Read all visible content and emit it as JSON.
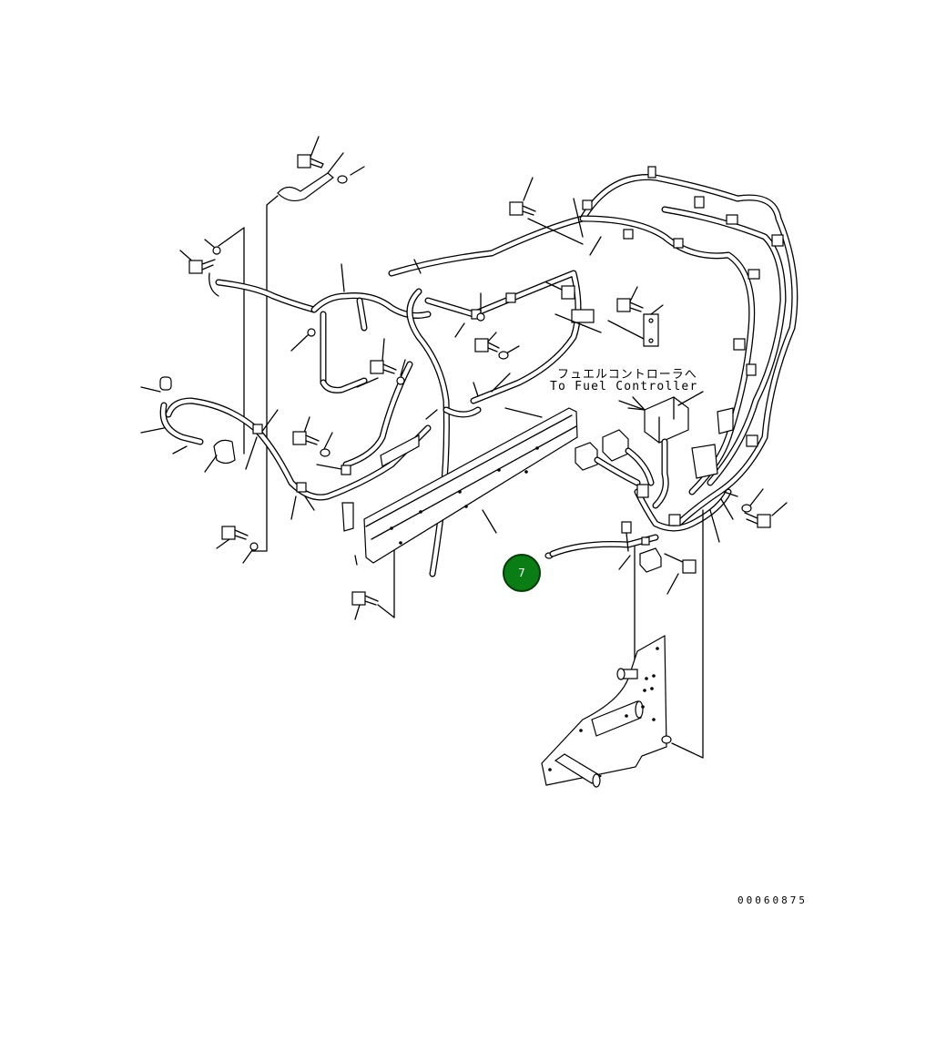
{
  "annotation": {
    "jp_text": "フュエルコントローラへ",
    "en_text": "To Fuel Controller"
  },
  "drawing_number": "00060875",
  "callout": {
    "number": "7",
    "color": "#0a7d14"
  }
}
